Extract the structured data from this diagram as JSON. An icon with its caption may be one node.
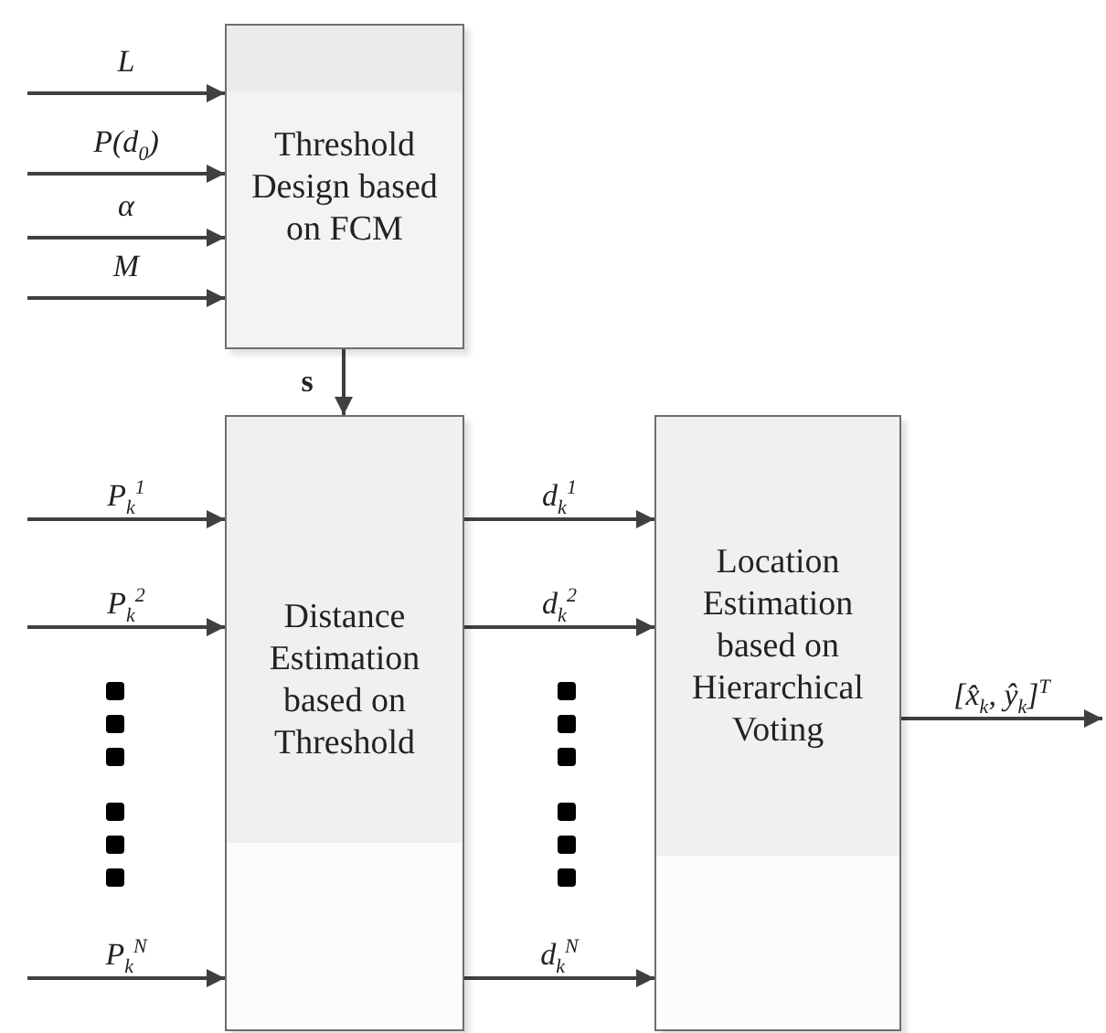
{
  "diagram": {
    "nodes": [
      {
        "text": [
          "Threshold Design based on FCM"
        ]
      },
      {
        "text": [
          "Distance Estimation based on Threshold"
        ]
      },
      {
        "text": [
          "Location Estimation based on Hierarchical Voting"
        ]
      }
    ],
    "edges": [
      {
        "from": null,
        "to": 0,
        "arrow": "to",
        "label": "L"
      },
      {
        "from": null,
        "to": 0,
        "arrow": "to",
        "label": "P(d$_{0}$)"
      },
      {
        "from": null,
        "to": 0,
        "arrow": "to",
        "label": "α"
      },
      {
        "from": null,
        "to": 0,
        "arrow": "to",
        "label": "M"
      },
      {
        "from": 0,
        "to": 1,
        "arrow": "to",
        "label": "s"
      },
      {
        "from": null,
        "to": 1,
        "arrow": "to",
        "label": "P$_{k}$$^{1}$"
      },
      {
        "from": null,
        "to": 1,
        "arrow": "to",
        "label": "P$_{k}$$^{2}$"
      },
      {
        "from": null,
        "to": 1,
        "arrow": "to",
        "label": "P$_{k}$$^{N}$"
      },
      {
        "from": 1,
        "to": 2,
        "arrow": "to",
        "label": "d$_{k}$$^{1}$"
      },
      {
        "from": 1,
        "to": 2,
        "arrow": "to",
        "label": "d$_{k}$$^{2}$"
      },
      {
        "from": 1,
        "to": 2,
        "arrow": "to",
        "label": "d$_{k}$$^{N}$"
      },
      {
        "from": 2,
        "to": null,
        "arrow": "to",
        "label": "[x̂$_{k}$, ŷ$_{k}$]$^{T}$"
      }
    ]
  }
}
